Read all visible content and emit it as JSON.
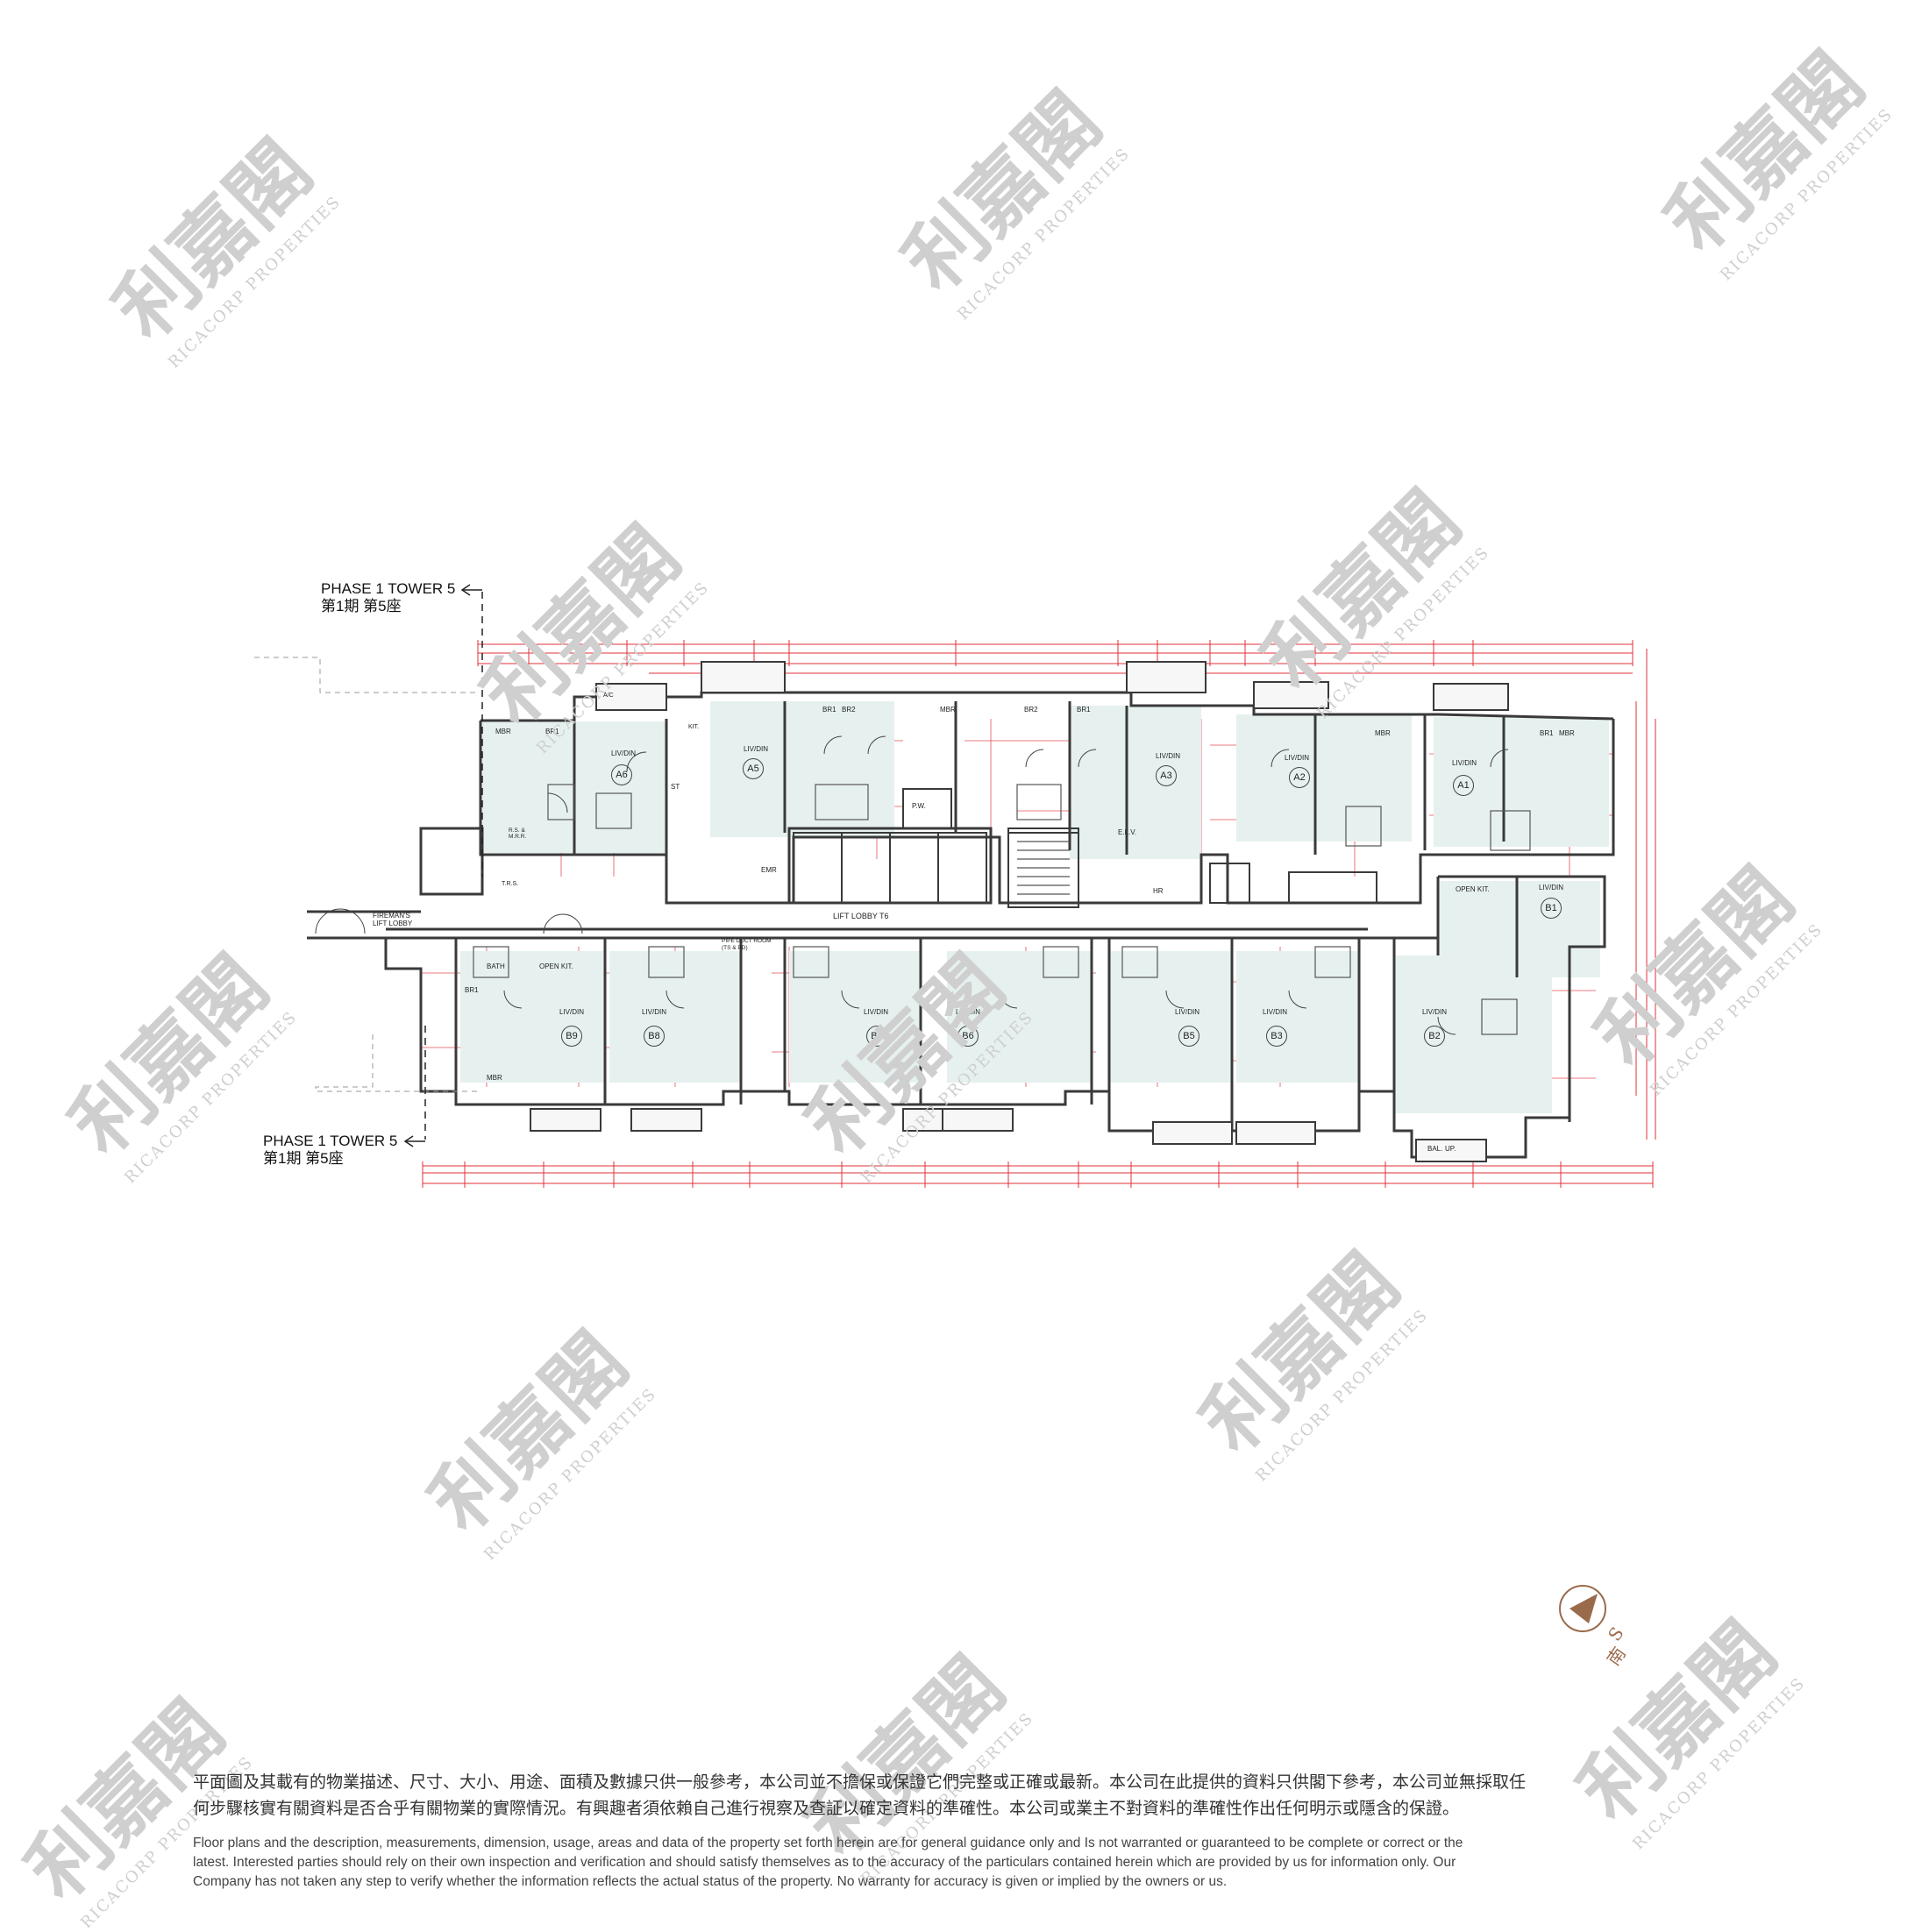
{
  "labels": {
    "tower_top_en": "PHASE 1 TOWER 5",
    "tower_top_zh": "第1期 第5座",
    "tower_bottom_en": "PHASE 1 TOWER 5",
    "tower_bottom_zh": "第1期 第5座",
    "lift_lobby": "LIFT LOBBY T6",
    "firemans_lobby_1": "FIREMAN'S",
    "firemans_lobby_2": "LIFT LOBBY",
    "pipe_duct_1": "PIPE DUCT ROOM",
    "pipe_duct_2": "(TS & PD)",
    "emr": "EMR",
    "pw": "P.W.",
    "elv": "E.L.V.",
    "hr": "HR",
    "trs": "T.R.S.",
    "rs_mrr": "R.S. & M.R.R."
  },
  "units": {
    "top": [
      "A6",
      "A5",
      "A3",
      "A2",
      "A1"
    ],
    "bottom": [
      "B9",
      "B8",
      "B7",
      "B6",
      "B5",
      "B3",
      "B2"
    ],
    "right": [
      "B1"
    ]
  },
  "room_labels": {
    "livdin": "LIV/DIN",
    "mbr": "MBR",
    "br1": "BR1",
    "br2": "BR2",
    "bath": "BATH",
    "kit": "KIT.",
    "open_kit": "OPEN KIT.",
    "bal": "BAL.",
    "up": "UP.",
    "ac": "A/C",
    "st": "ST"
  },
  "compass": {
    "letter": "S",
    "zh": "南"
  },
  "disclaimer": {
    "zh_line1": "平面圖及其載有的物業描述、尺寸、大小、用途、面積及數據只供一般參考，本公司並不擔保或保證它們完整或正確或最新。本公司在此提供的資料只供閣下參考，本公司並無採取任",
    "zh_line2": "何步驟核實有關資料是否合乎有關物業的實際情況。有興趣者須依賴自己進行視察及查証以確定資料的準確性。本公司或業主不對資料的準確性作出任何明示或隱含的保證。",
    "en_line1": "Floor plans and the description, measurements, dimension, usage, areas and data of the property set forth herein are for general guidance only and Is not warranted or guaranteed to be complete or correct or the",
    "en_line2": "latest. Interested parties should rely on their own inspection and verification and should satisfy themselves as to the accuracy of the particulars contained herein which are provided by us for information only.  Our",
    "en_line3": "Company has not taken any step to verify whether the information reflects the actual status of the property.  No warranty for accuracy is given or implied by the owners or us."
  },
  "watermark": {
    "zh": "利嘉閣",
    "en": "RICACORP PROPERTIES"
  },
  "colors": {
    "wall": "#3a3a3a",
    "dim": "#e0303a",
    "fill": "#e6f1ef",
    "watermark": "#c8c8c8",
    "compass": "#9a6b4b"
  }
}
